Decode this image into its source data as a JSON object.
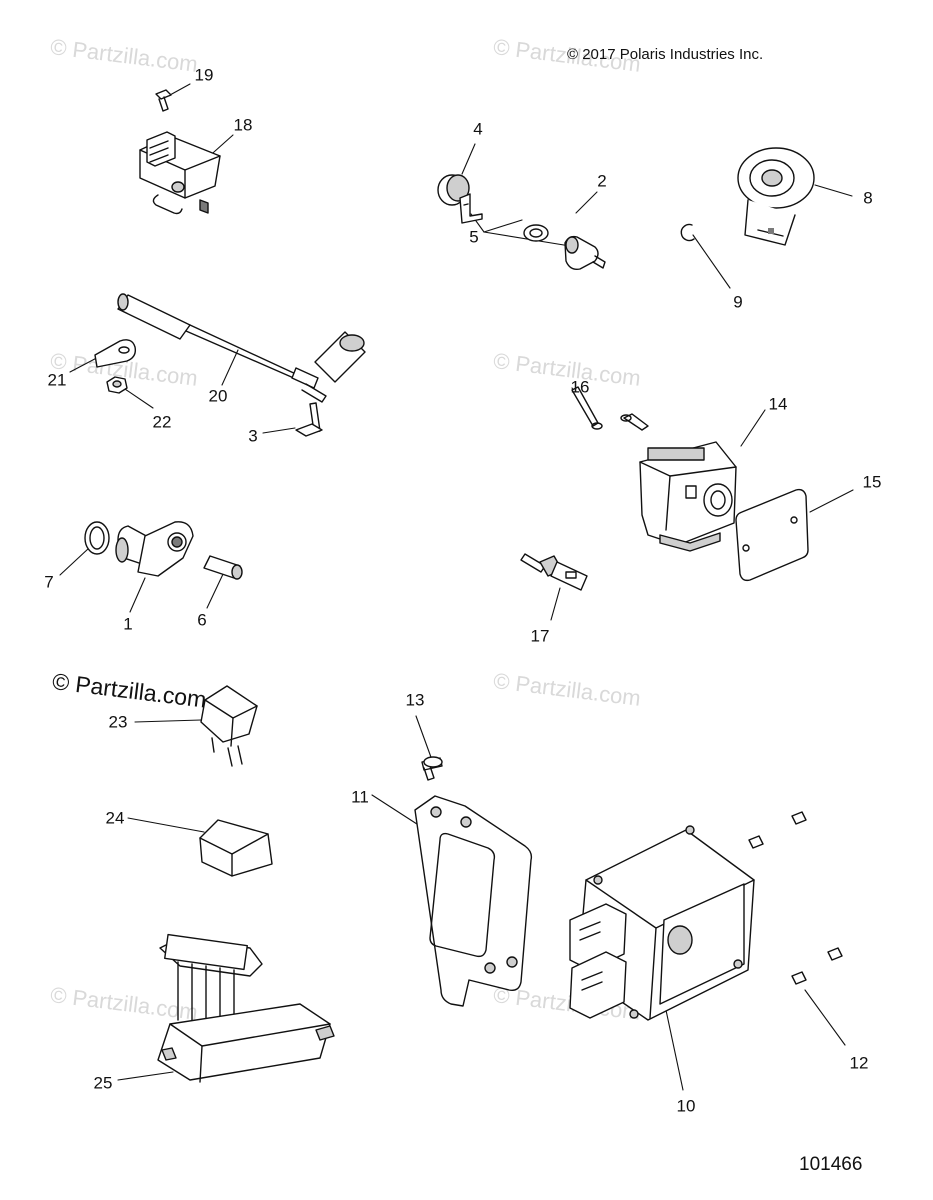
{
  "header": {
    "copyright": "© 2017 Polaris Industries Inc."
  },
  "footer": {
    "diagram_number": "101466"
  },
  "watermark": {
    "text": "© Partzilla.com",
    "color": "#d9d9d9"
  },
  "callouts": [
    "1",
    "2",
    "3",
    "4",
    "5",
    "6",
    "7",
    "8",
    "9",
    "10",
    "11",
    "12",
    "13",
    "14",
    "15",
    "16",
    "17",
    "18",
    "19",
    "20",
    "21",
    "22",
    "23",
    "24",
    "25"
  ],
  "colors": {
    "line": "#111111",
    "fill": "#ffffff",
    "shade": "#cfcfcf",
    "dark": "#7a7a7a"
  }
}
